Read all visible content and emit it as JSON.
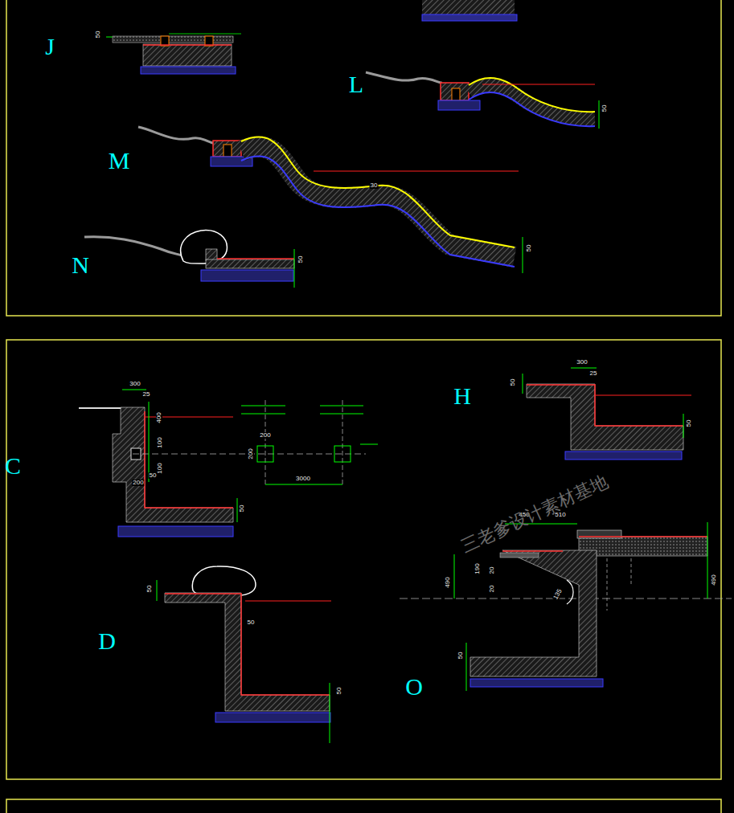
{
  "diagram": {
    "labels": [
      "J",
      "L",
      "M",
      "N",
      "C",
      "H",
      "D",
      "O",
      "300",
      "25",
      "400",
      "100",
      "100",
      "200",
      "200",
      "50",
      "200",
      "3000",
      "50",
      "300",
      "25",
      "50",
      "50",
      "450",
      "510",
      "490",
      "190",
      "20",
      "20",
      "135",
      "490",
      "50",
      "50",
      "50",
      "50",
      "50",
      "50",
      "50",
      "50",
      "30",
      "三老爹设计素材基地"
    ]
  }
}
